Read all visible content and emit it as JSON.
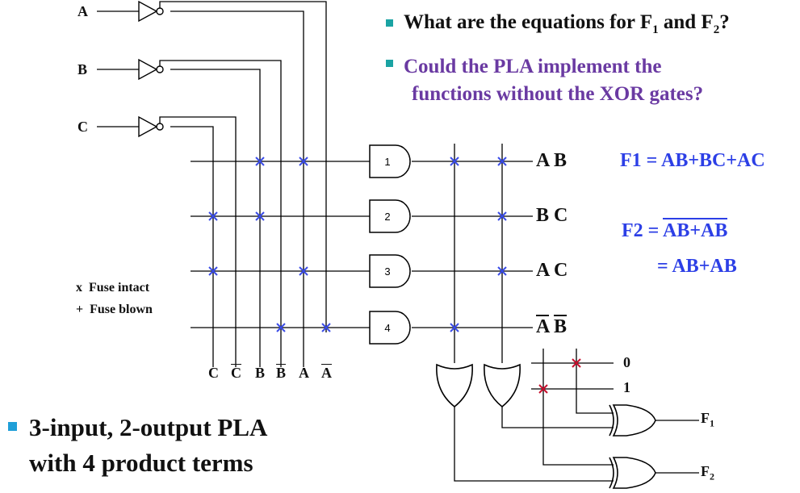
{
  "questions": {
    "q1_prefix": "What are the equations for F",
    "q1_sub1": "1",
    "q1_mid": " and F",
    "q1_sub2": "2",
    "q1_suffix": "?",
    "q2_line1": "Could the PLA implement the",
    "q2_line2": "functions without the XOR gates?"
  },
  "inputs": [
    "A",
    "B",
    "C"
  ],
  "column_labels": {
    "c": "C",
    "c_bar": "C",
    "b": "B",
    "b_bar": "B",
    "a": "A",
    "a_bar": "A"
  },
  "and_gates": [
    "1",
    "2",
    "3",
    "4"
  ],
  "product_terms": {
    "t1": "A B",
    "t2": "B C",
    "t3": "A C",
    "t4_a": "A",
    "t4_b": "B"
  },
  "equations": {
    "f1": "F1 = AB+BC+AC",
    "f2_lhs": "F2 = ",
    "f2_bar_expr": "AB+AB",
    "f2_line2": "= AB+AB"
  },
  "constants": {
    "zero": "0",
    "one": "1"
  },
  "outputs": {
    "f1": "F",
    "f1_sub": "1",
    "f2": "F",
    "f2_sub": "2"
  },
  "legend": {
    "intact_symbol": "x",
    "intact": "Fuse intact",
    "blown_symbol": "+",
    "blown": "Fuse blown"
  },
  "footer": {
    "line1": "3-input, 2-output PLA",
    "line2": "with 4 product terms"
  },
  "colors": {
    "fuse_intact": "#3b4de8",
    "fuse_xor": "#c8102e",
    "equation": "#2c3fe6",
    "question2": "#6a3aa2"
  }
}
